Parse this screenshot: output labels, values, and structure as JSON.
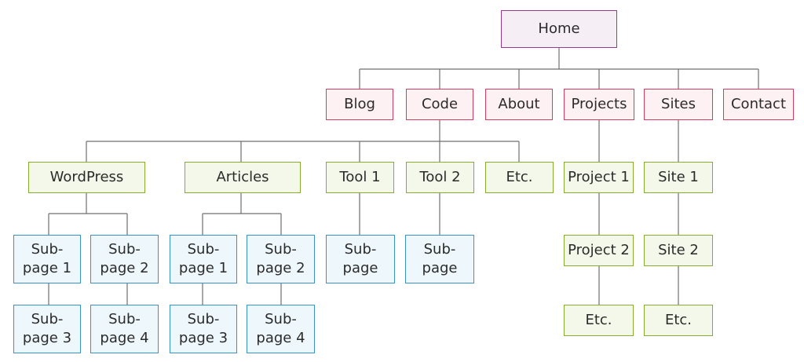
{
  "sitemap": {
    "home": "Home",
    "sections": {
      "blog": "Blog",
      "code": "Code",
      "about": "About",
      "projects": "Projects",
      "sites": "Sites",
      "contact": "Contact"
    },
    "code_children": {
      "wordpress": "WordPress",
      "articles": "Articles",
      "tool1": "Tool 1",
      "tool2": "Tool 2",
      "etc": "Etc."
    },
    "wordpress_pages": [
      "Sub-\npage 1",
      "Sub-\npage 2",
      "Sub-\npage 3",
      "Sub-\npage 4"
    ],
    "articles_pages": [
      "Sub-\npage 1",
      "Sub-\npage 2",
      "Sub-\npage 3",
      "Sub-\npage 4"
    ],
    "tool1_page": "Sub-\npage",
    "tool2_page": "Sub-\npage",
    "projects_children": [
      "Project 1",
      "Project 2",
      "Etc."
    ],
    "sites_children": [
      "Site 1",
      "Site 2",
      "Etc."
    ]
  },
  "colors": {
    "root_border": "#9a3a8c",
    "root_fill": "#f5eef5",
    "section_border": "#d23d60",
    "section_fill": "#fdf1f3",
    "subsection_border": "#86ad2e",
    "subsection_fill": "#f4f8ea",
    "page_border": "#3a93c8",
    "page_fill": "#eef7fc",
    "connector": "#6f6f6f"
  }
}
